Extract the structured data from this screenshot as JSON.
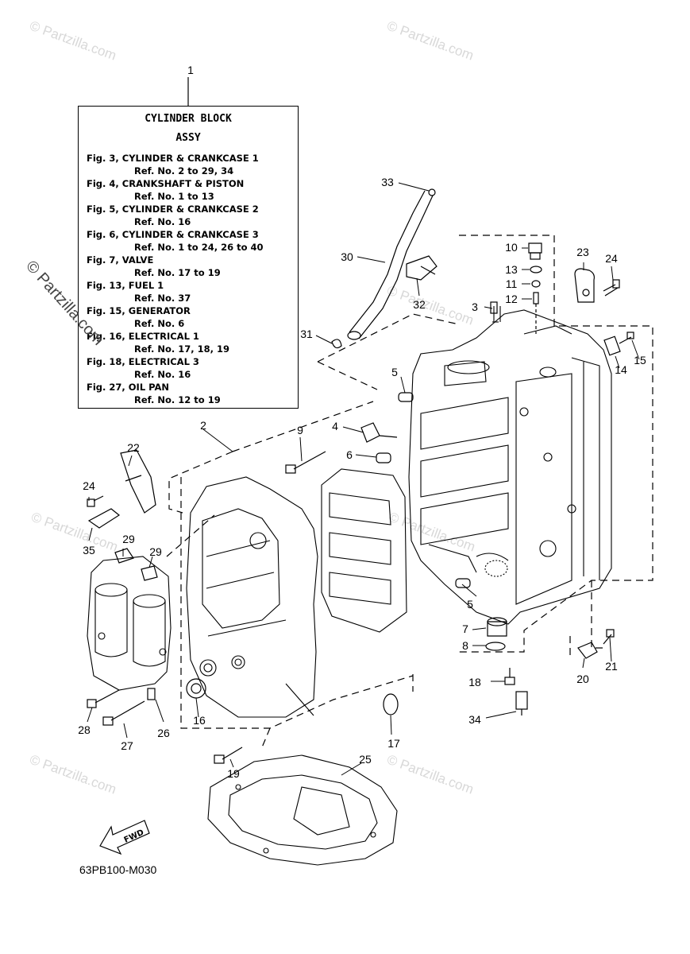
{
  "assy_box": {
    "title_line1": "CYLINDER BLOCK",
    "title_line2": "ASSY",
    "lines": [
      "Fig. 3, CYLINDER & CRANKCASE 1",
      "Ref. No. 2 to 29, 34",
      "Fig. 4, CRANKSHAFT & PISTON",
      "Ref. No. 1 to 13",
      "Fig. 5, CYLINDER & CRANKCASE 2",
      "Ref. No. 16",
      "Fig. 6, CYLINDER & CRANKCASE 3",
      "Ref. No. 1 to 24, 26 to 40",
      "Fig. 7, VALVE",
      "Ref. No. 17 to 19",
      "Fig. 13, FUEL 1",
      "Ref. No. 37",
      "Fig. 15, GENERATOR",
      "Ref. No. 6",
      "Fig. 16, ELECTRICAL 1",
      "Ref. No. 17, 18, 19",
      "Fig. 18, ELECTRICAL 3",
      "Ref. No. 16",
      "Fig. 27, OIL PAN",
      "Ref. No. 12 to 19"
    ]
  },
  "callouts": [
    "1",
    "2",
    "3",
    "4",
    "5",
    "5",
    "6",
    "7",
    "8",
    "9",
    "10",
    "11",
    "12",
    "13",
    "14",
    "15",
    "16",
    "17",
    "18",
    "19",
    "20",
    "21",
    "22",
    "23",
    "24",
    "24",
    "25",
    "26",
    "27",
    "28",
    "29",
    "29",
    "30",
    "31",
    "32",
    "33",
    "34",
    "35"
  ],
  "fwd_label": "FWD",
  "diagram_code": "63PB100-M030",
  "watermark": "© Partzilla.com",
  "watermark_small": "© Partzilla.com",
  "line_color": "#000000",
  "watermark_color": "#d8d8d8"
}
